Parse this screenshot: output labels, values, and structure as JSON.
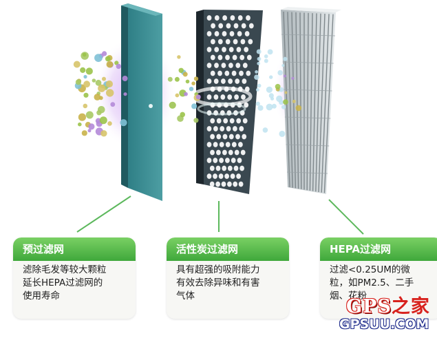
{
  "filters": [
    {
      "title": "预过滤网",
      "lines": [
        "滤除毛发等较大颗粒",
        "延长HEPA过滤网的",
        "使用寿命"
      ]
    },
    {
      "title": "活性炭过滤网",
      "lines": [
        "具有超强的吸附能力",
        "有效去除异味和有害",
        "气体"
      ]
    },
    {
      "title": "HEPA过滤网",
      "lines": [
        "过滤<0.25UM的微",
        "粒，如PM2.5、二手",
        "烟、花粉"
      ]
    }
  ],
  "watermark": {
    "brand_latin": "GPS",
    "brand_cn": "之家",
    "domain": "GPSUU.COM"
  },
  "colors": {
    "accent_green": "#5cb85c",
    "prefilter_teal": "#3d8f95",
    "carbon_dark": "#33414a",
    "hepa_grey": "#c9d0d3",
    "watermark_red": "#d8221d",
    "watermark_blue": "#1d2a8a"
  }
}
